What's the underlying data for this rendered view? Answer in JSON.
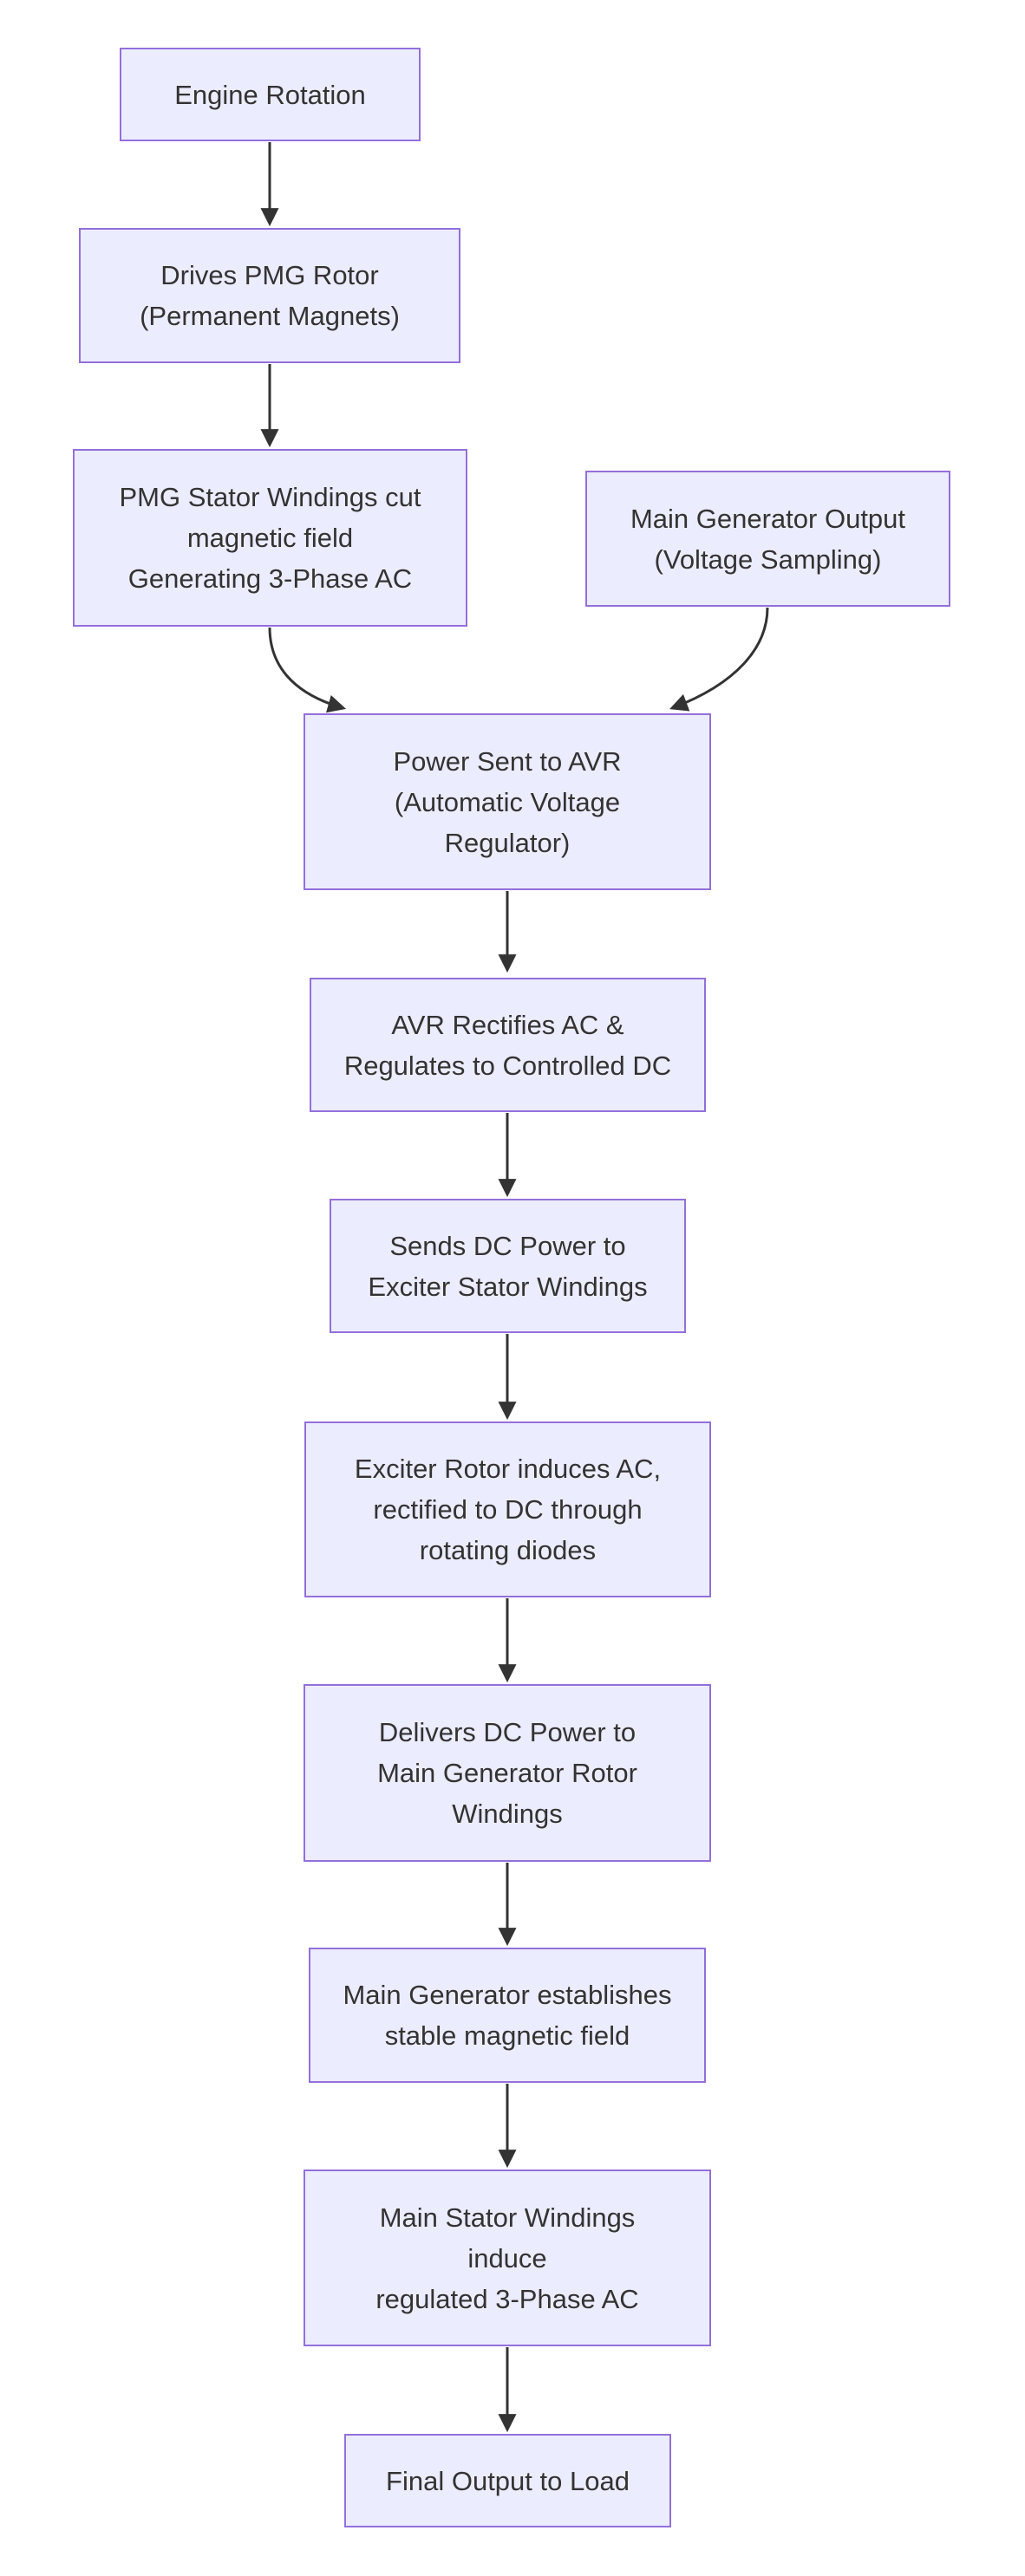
{
  "diagram": {
    "type": "flowchart",
    "direction": "top-down",
    "background_color": "#ffffff",
    "node_fill_color": "#ECECFF",
    "node_border_color": "#9370DB",
    "text_color": "#333333",
    "arrow_color": "#333333",
    "nodes": [
      {
        "id": "engine",
        "label": "Engine Rotation"
      },
      {
        "id": "pmg_rotor",
        "label": "Drives PMG Rotor\n(Permanent Magnets)"
      },
      {
        "id": "pmg_stator",
        "label": "PMG Stator Windings cut\nmagnetic field\nGenerating 3-Phase AC"
      },
      {
        "id": "main_gen_output",
        "label": "Main Generator Output\n(Voltage Sampling)"
      },
      {
        "id": "avr_input",
        "label": "Power Sent to AVR\n(Automatic Voltage\nRegulator)"
      },
      {
        "id": "avr_rectify",
        "label": "AVR Rectifies AC &\nRegulates to Controlled DC"
      },
      {
        "id": "exciter_stator",
        "label": "Sends DC Power to\nExciter Stator Windings"
      },
      {
        "id": "exciter_rotor",
        "label": "Exciter Rotor induces AC,\nrectified to DC through\nrotating diodes"
      },
      {
        "id": "main_rotor",
        "label": "Delivers DC Power to\nMain Generator Rotor\nWindings"
      },
      {
        "id": "magnetic_field",
        "label": "Main Generator establishes\nstable magnetic field"
      },
      {
        "id": "main_stator",
        "label": "Main Stator Windings\ninduce\nregulated 3-Phase AC"
      },
      {
        "id": "final_output",
        "label": "Final Output to Load"
      }
    ],
    "edges": [
      {
        "from": "engine",
        "to": "pmg_rotor"
      },
      {
        "from": "pmg_rotor",
        "to": "pmg_stator"
      },
      {
        "from": "pmg_stator",
        "to": "avr_input"
      },
      {
        "from": "main_gen_output",
        "to": "avr_input"
      },
      {
        "from": "avr_input",
        "to": "avr_rectify"
      },
      {
        "from": "avr_rectify",
        "to": "exciter_stator"
      },
      {
        "from": "exciter_stator",
        "to": "exciter_rotor"
      },
      {
        "from": "exciter_rotor",
        "to": "main_rotor"
      },
      {
        "from": "main_rotor",
        "to": "magnetic_field"
      },
      {
        "from": "magnetic_field",
        "to": "main_stator"
      },
      {
        "from": "main_stator",
        "to": "final_output"
      }
    ]
  }
}
